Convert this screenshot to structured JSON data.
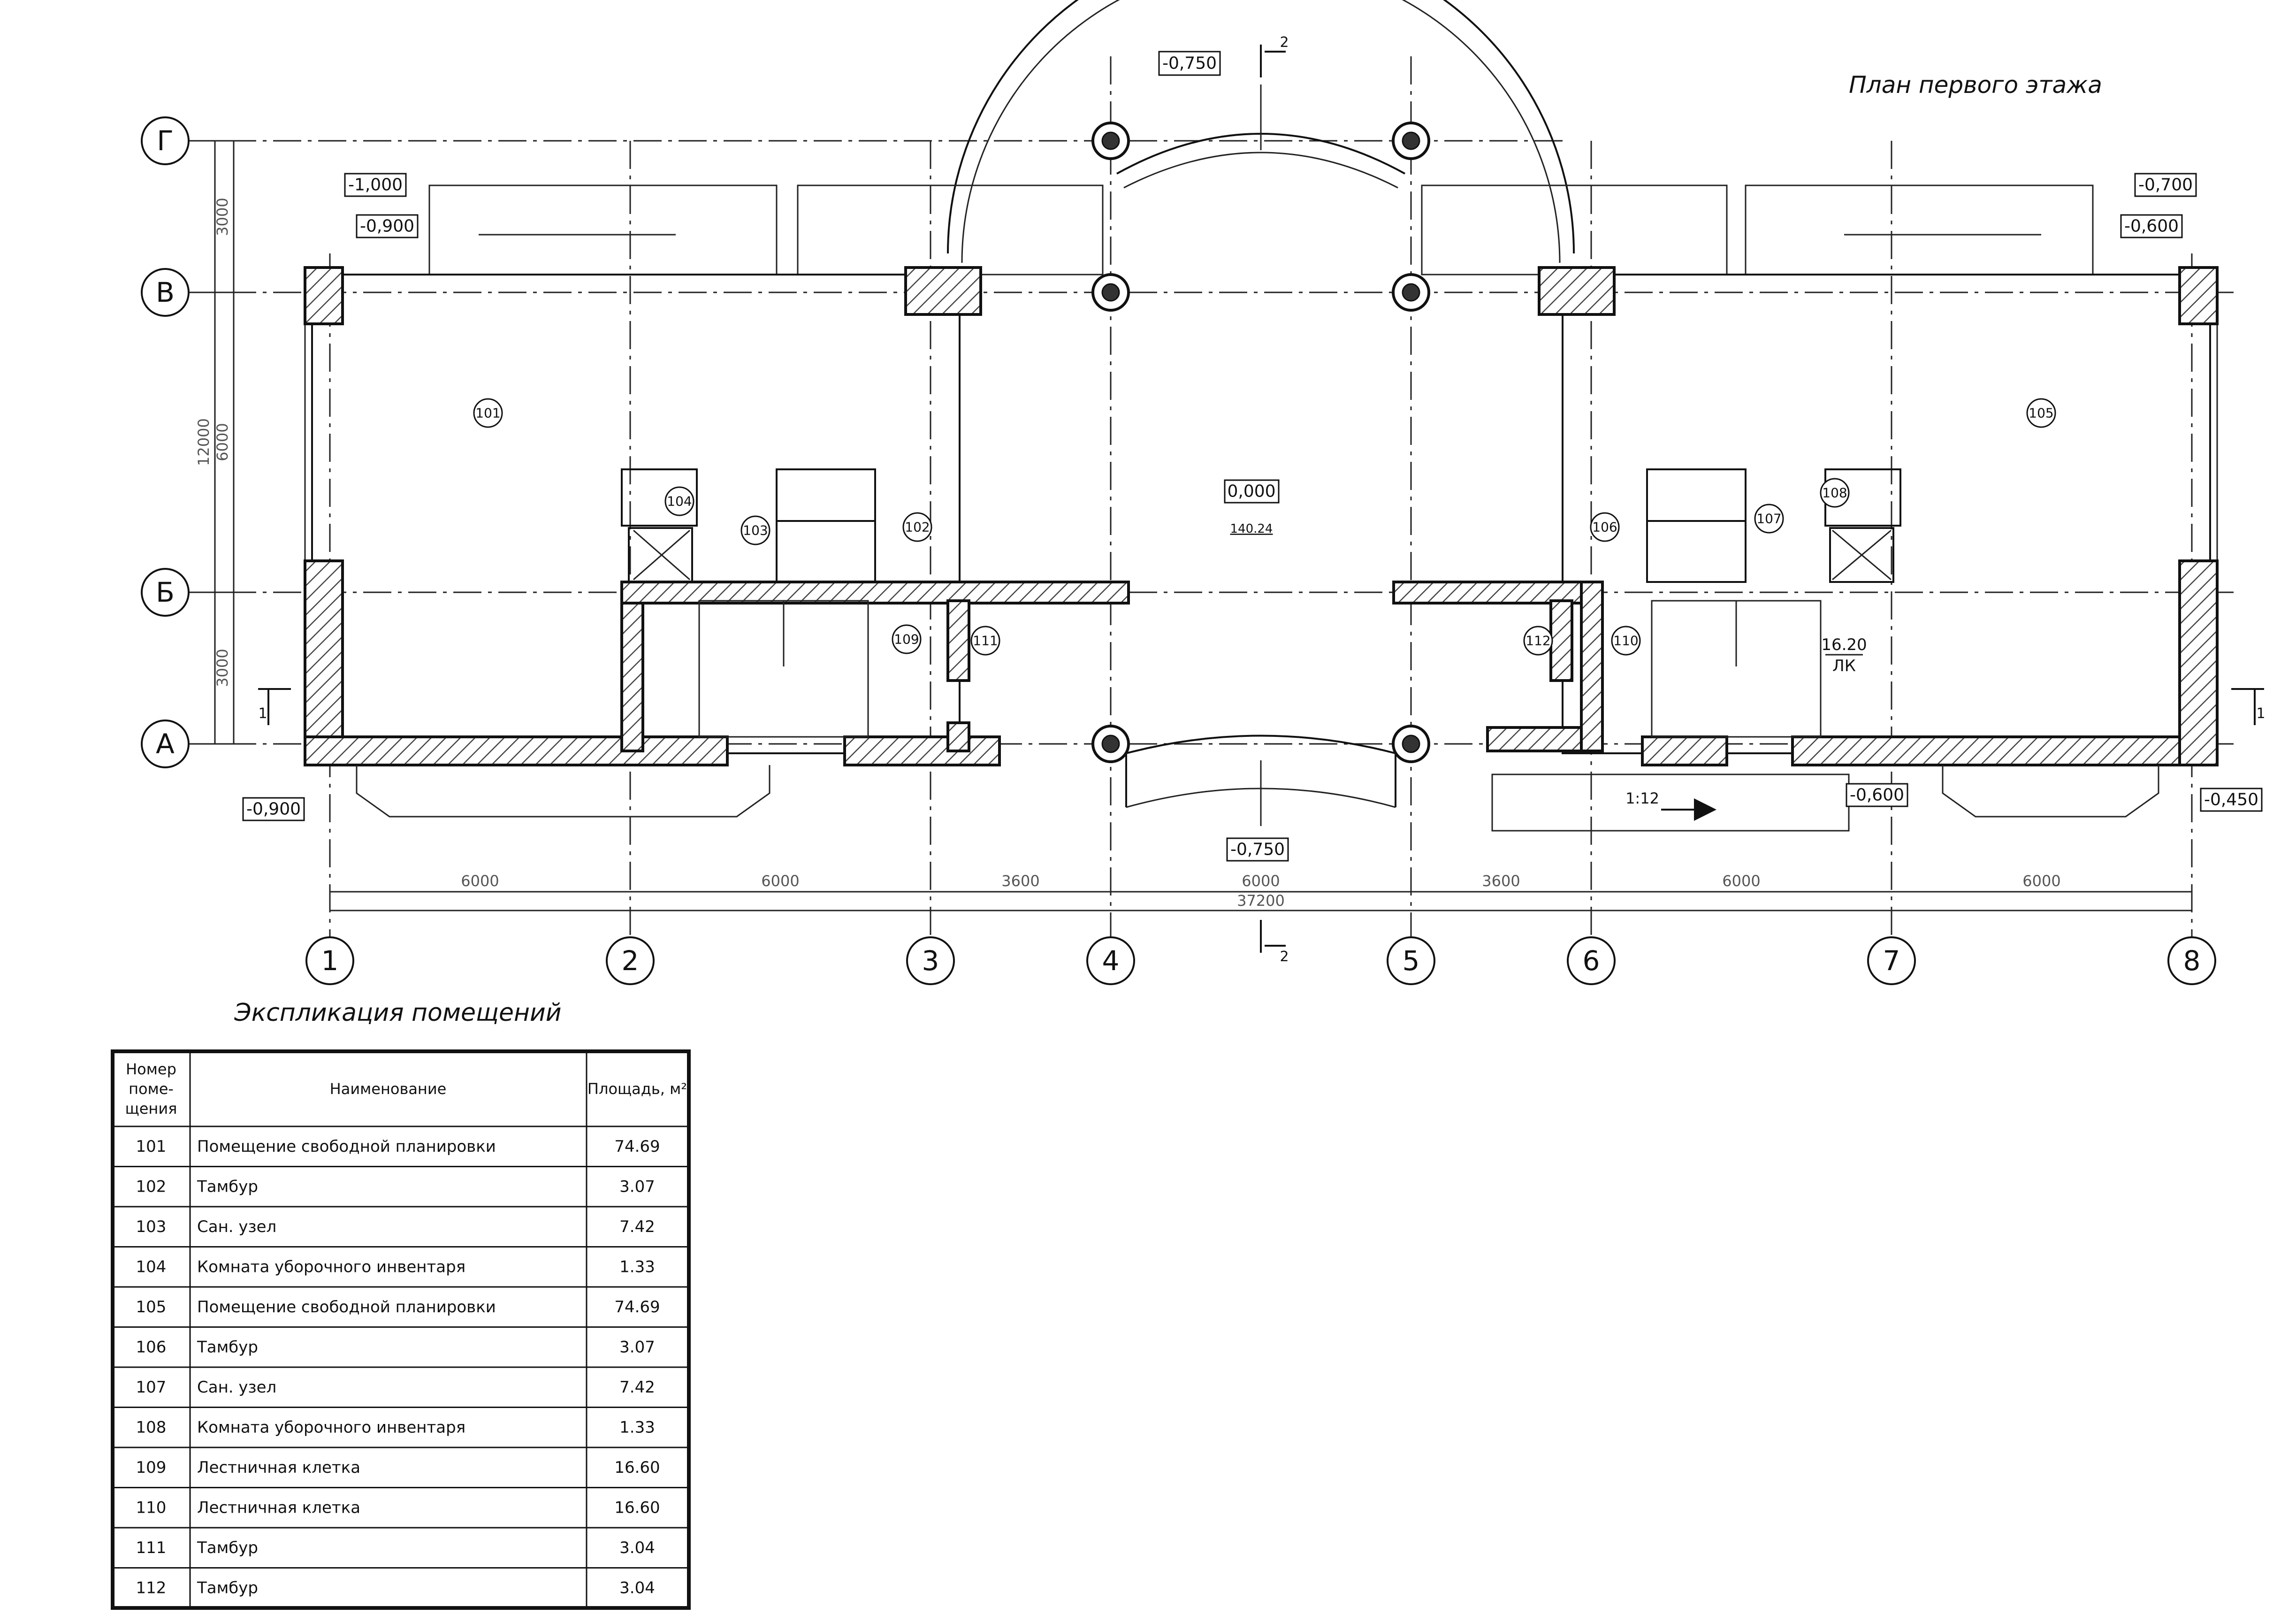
{
  "plan_title": "План первого этажа",
  "axes_letters": [
    {
      "label": "Г",
      "dim_below": "3000"
    },
    {
      "label": "В",
      "dim_below": "6000"
    },
    {
      "label": "Б",
      "dim_below": "3000"
    },
    {
      "label": "А",
      "dim_below": ""
    }
  ],
  "overall_vertical_dim": "12000",
  "axes_numbers": [
    {
      "label": "1",
      "dim_after": "6000"
    },
    {
      "label": "2",
      "dim_after": "6000"
    },
    {
      "label": "3",
      "dim_after": "3600"
    },
    {
      "label": "4",
      "dim_after": "6000"
    },
    {
      "label": "5",
      "dim_after": "3600"
    },
    {
      "label": "6",
      "dim_after": "6000"
    },
    {
      "label": "7",
      "dim_after": "6000"
    },
    {
      "label": "8",
      "dim_after": ""
    }
  ],
  "overall_horizontal_dim": "37200",
  "section_marks": {
    "section_1": "1",
    "section_2": "2"
  },
  "level_marks": [
    {
      "id": "top-center",
      "text": "-0,750"
    },
    {
      "id": "top-left-1",
      "text": "-1,000"
    },
    {
      "id": "top-left-2",
      "text": "-0,900"
    },
    {
      "id": "top-right-1",
      "text": "-0,700"
    },
    {
      "id": "top-right-2",
      "text": "-0,600"
    },
    {
      "id": "center",
      "text": "0,000"
    },
    {
      "id": "bottom-left",
      "text": "-0,900"
    },
    {
      "id": "bottom-center",
      "text": "-0,750"
    },
    {
      "id": "bottom-right-1",
      "text": "-0,600"
    },
    {
      "id": "bottom-right-2",
      "text": "-0,450"
    }
  ],
  "hall_area": "140.24",
  "stair_note": {
    "value": "16.20",
    "label": "ЛК"
  },
  "ramp_slope": "1:12",
  "room_labels": [
    "101",
    "102",
    "103",
    "104",
    "105",
    "106",
    "107",
    "108",
    "109",
    "110",
    "111",
    "112"
  ],
  "explication": {
    "title": "Экспликация помещений",
    "headers": {
      "number": [
        "Номер",
        "поме-",
        "щения"
      ],
      "name": "Наименование",
      "area": "Площадь, м²"
    },
    "rows": [
      {
        "num": "101",
        "name": "Помещение свободной планировки",
        "area": "74.69"
      },
      {
        "num": "102",
        "name": "Тамбур",
        "area": "3.07"
      },
      {
        "num": "103",
        "name": "Сан. узел",
        "area": "7.42"
      },
      {
        "num": "104",
        "name": "Комната уборочного инвентаря",
        "area": "1.33"
      },
      {
        "num": "105",
        "name": "Помещение свободной планировки",
        "area": "74.69"
      },
      {
        "num": "106",
        "name": "Тамбур",
        "area": "3.07"
      },
      {
        "num": "107",
        "name": "Сан. узел",
        "area": "7.42"
      },
      {
        "num": "108",
        "name": "Комната уборочного инвентаря",
        "area": "1.33"
      },
      {
        "num": "109",
        "name": "Лестничная клетка",
        "area": "16.60"
      },
      {
        "num": "110",
        "name": "Лестничная клетка",
        "area": "16.60"
      },
      {
        "num": "111",
        "name": "Тамбур",
        "area": "3.04"
      },
      {
        "num": "112",
        "name": "Тамбур",
        "area": "3.04"
      }
    ]
  }
}
